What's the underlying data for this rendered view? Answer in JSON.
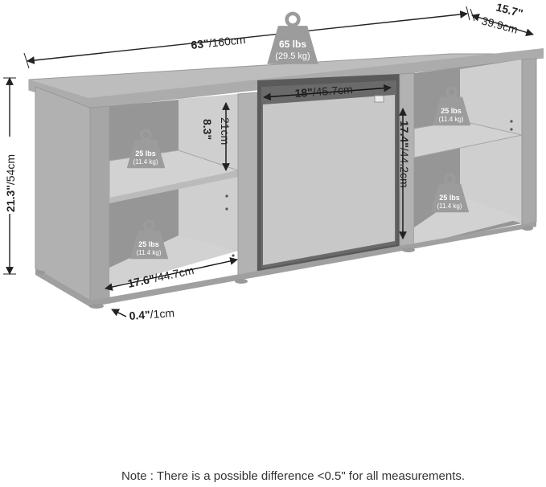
{
  "dimensions": {
    "width_in": "63\"",
    "width_cm": "/160cm",
    "depth_in": "15.7\"",
    "depth_cm": "39.9cm",
    "height_in": "21.3\"",
    "height_cm": "/54cm",
    "fireplace_width_in": "18\"",
    "fireplace_width_cm": "/45.7cm",
    "fireplace_height_in": "17.4\"",
    "fireplace_height_cm": "/44.2cm",
    "shelf_gap_in": "8.3\"",
    "shelf_gap_cm": "21cm",
    "shelf_depth_in": "17.6\"",
    "shelf_depth_cm": "/44.7cm",
    "panel_in": "0.4\"",
    "panel_cm": "/1cm"
  },
  "weights": {
    "top": {
      "lbs": "65 lbs",
      "kg": "(29.5 kg)"
    },
    "left_upper": {
      "lbs": "25 lbs",
      "kg": "(11.4 kg)"
    },
    "left_lower": {
      "lbs": "25 lbs",
      "kg": "(11.4 kg)"
    },
    "right_upper": {
      "lbs": "25 lbs",
      "kg": "(11.4 kg)"
    },
    "right_lower": {
      "lbs": "25 lbs",
      "kg": "(11.4 kg)"
    }
  },
  "note": "Note : There is a possible difference <0.5\" for all measurements.",
  "colors": {
    "stand_top": "#bdbdbd",
    "stand_front": "#a9a9a9",
    "interior": "#949494",
    "shelf": "#c9c9c9",
    "fireplace_frame": "#5a5a5a",
    "fireplace_glass": "#c8c8c8",
    "weight_icon": "#9c9c9c"
  }
}
